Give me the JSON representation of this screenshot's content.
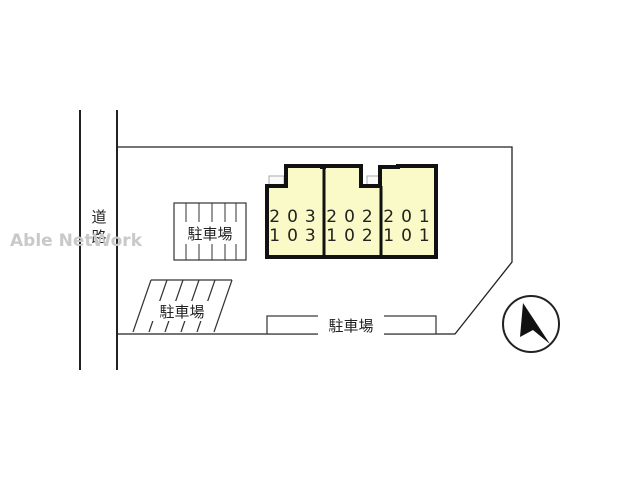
{
  "road": {
    "label_top": "道",
    "label_bottom": "路"
  },
  "parking": {
    "lot_a": "駐車場",
    "lot_b": "駐車場",
    "lot_c": "駐車場"
  },
  "units": {
    "upper": [
      "203",
      "202",
      "201"
    ],
    "lower": [
      "103",
      "102",
      "101"
    ]
  },
  "watermark": "Able NetWork",
  "compass_icon": "north-arrow-icon",
  "colors": {
    "building_fill": "#fafac8",
    "outline": "#111111",
    "watermark": "#c9c9c9"
  }
}
